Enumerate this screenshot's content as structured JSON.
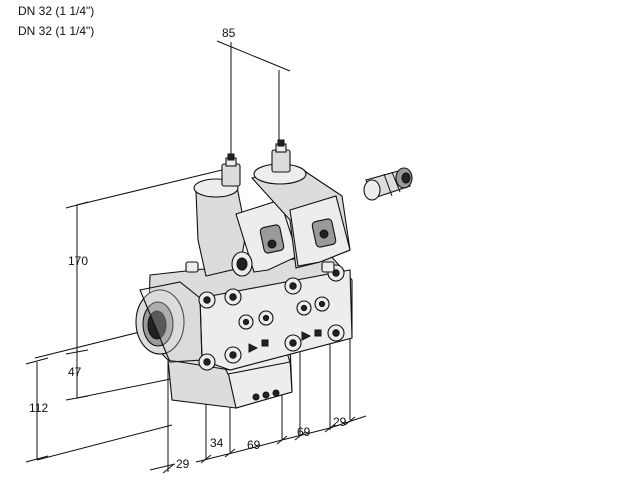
{
  "header": {
    "line1": "DN 32 (1 1/4\")",
    "line2": "DN 32 (1 1/4\")"
  },
  "dimensions": {
    "top_width": "85",
    "height_total": "170",
    "height_lower": "47",
    "height_base": "112",
    "bottom_29_left": "29",
    "bottom_34": "34",
    "bottom_69_a": "69",
    "bottom_69_b": "69",
    "bottom_29_right": "29"
  },
  "colors": {
    "line": "#111111",
    "body_fill": "#dcdcdc"
  }
}
